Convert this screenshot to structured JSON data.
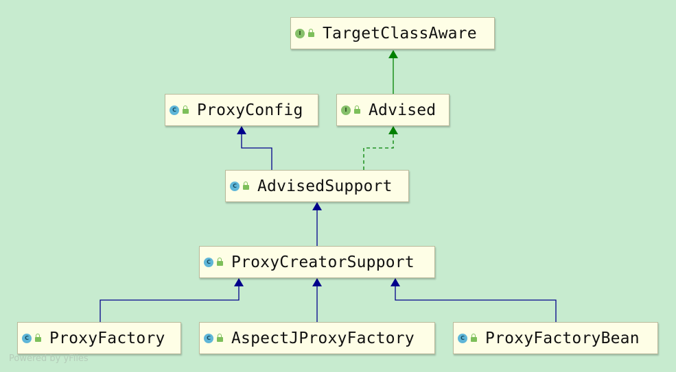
{
  "nodes": {
    "targetclassaware": {
      "name": "TargetClassAware",
      "kind": "interface",
      "kind_letter": "I"
    },
    "proxyconfig": {
      "name": "ProxyConfig",
      "kind": "class",
      "kind_letter": "C"
    },
    "advised": {
      "name": "Advised",
      "kind": "interface",
      "kind_letter": "I"
    },
    "advisedsupport": {
      "name": "AdvisedSupport",
      "kind": "class",
      "kind_letter": "C"
    },
    "proxycreatorsupport": {
      "name": "ProxyCreatorSupport",
      "kind": "class",
      "kind_letter": "C"
    },
    "proxyfactory": {
      "name": "ProxyFactory",
      "kind": "class",
      "kind_letter": "C"
    },
    "aspectjproxyfactory": {
      "name": "AspectJProxyFactory",
      "kind": "class",
      "kind_letter": "C"
    },
    "proxyfactorybean": {
      "name": "ProxyFactoryBean",
      "kind": "class",
      "kind_letter": "C"
    }
  },
  "edges": [
    {
      "from": "Advised",
      "to": "TargetClassAware",
      "relation": "extends"
    },
    {
      "from": "AdvisedSupport",
      "to": "ProxyConfig",
      "relation": "extends"
    },
    {
      "from": "AdvisedSupport",
      "to": "Advised",
      "relation": "implements"
    },
    {
      "from": "ProxyCreatorSupport",
      "to": "AdvisedSupport",
      "relation": "extends"
    },
    {
      "from": "ProxyFactory",
      "to": "ProxyCreatorSupport",
      "relation": "extends"
    },
    {
      "from": "AspectJProxyFactory",
      "to": "ProxyCreatorSupport",
      "relation": "extends"
    },
    {
      "from": "ProxyFactoryBean",
      "to": "ProxyCreatorSupport",
      "relation": "extends"
    }
  ],
  "colors": {
    "background": "#c7ebcf",
    "node_fill": "#fefee6",
    "extends_class": "#00008b",
    "extends_interface": "#008000",
    "implements": "#008000"
  },
  "watermark": "Powered by yFiles"
}
